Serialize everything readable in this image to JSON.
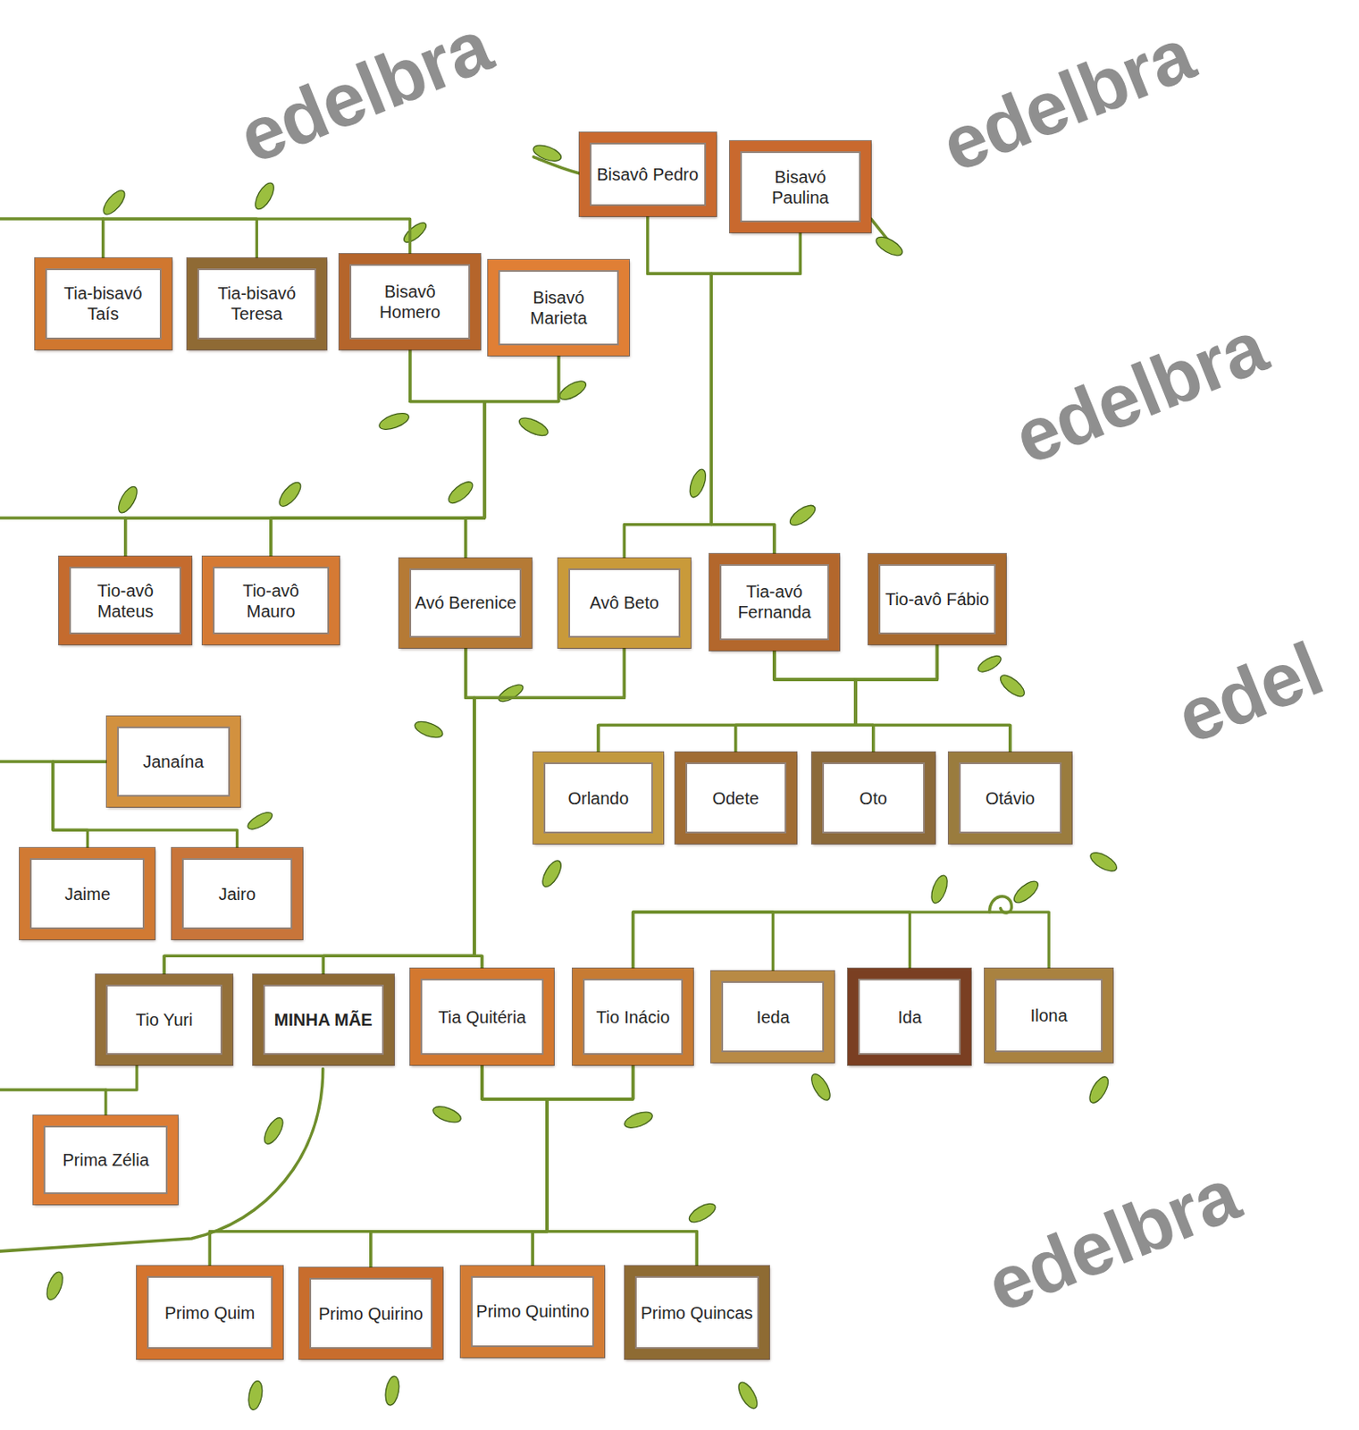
{
  "diagram": {
    "nodes": [
      {
        "text": [
          "Bisavô Pedro"
        ]
      },
      {
        "text": [
          "Bisavó Paulina"
        ]
      },
      {
        "text": [
          "Tia-bisavó Taís"
        ]
      },
      {
        "text": [
          "Tia-bisavó Teresa"
        ]
      },
      {
        "text": [
          "Bisavô Homero"
        ]
      },
      {
        "text": [
          "Bisavó Marieta"
        ]
      },
      {
        "text": [
          "Tio-avô Mateus"
        ]
      },
      {
        "text": [
          "Tio-avô Mauro"
        ]
      },
      {
        "text": [
          "Avó Berenice"
        ]
      },
      {
        "text": [
          "Avô Beto"
        ]
      },
      {
        "text": [
          "Tia-avó Fernanda"
        ]
      },
      {
        "text": [
          "Tio-avô Fábio"
        ]
      },
      {
        "text": [
          "Janaína"
        ]
      },
      {
        "text": [
          "Orlando"
        ]
      },
      {
        "text": [
          "Odete"
        ]
      },
      {
        "text": [
          "Oto"
        ]
      },
      {
        "text": [
          "Otávio"
        ]
      },
      {
        "text": [
          "Jaime"
        ]
      },
      {
        "text": [
          "Jairo"
        ]
      },
      {
        "text": [
          "Tio Yuri"
        ]
      },
      {
        "text": [
          "MINHA MÃE"
        ]
      },
      {
        "text": [
          "Tia Quitéria"
        ]
      },
      {
        "text": [
          "Tio Inácio"
        ]
      },
      {
        "text": [
          "Ieda"
        ]
      },
      {
        "text": [
          "Ida"
        ]
      },
      {
        "text": [
          "Ilona"
        ]
      },
      {
        "text": [
          "Prima Zélia"
        ]
      },
      {
        "text": [
          "Primo Quim"
        ]
      },
      {
        "text": [
          "Primo Quirino"
        ]
      },
      {
        "text": [
          "Primo Quintino"
        ]
      },
      {
        "text": [
          "Primo Quincas"
        ]
      }
    ],
    "edges": [
      {
        "from": 0,
        "to": 9,
        "arrow": "none"
      },
      {
        "from": 0,
        "to": 10,
        "arrow": "none"
      },
      {
        "from": 1,
        "to": 9,
        "arrow": "none"
      },
      {
        "from": 1,
        "to": 10,
        "arrow": "none"
      },
      {
        "from": 2,
        "to": 3,
        "arrow": "none"
      },
      {
        "from": 2,
        "to": 4,
        "arrow": "none"
      },
      {
        "from": 4,
        "to": 6,
        "arrow": "none"
      },
      {
        "from": 4,
        "to": 7,
        "arrow": "none"
      },
      {
        "from": 4,
        "to": 8,
        "arrow": "none"
      },
      {
        "from": 5,
        "to": 6,
        "arrow": "none"
      },
      {
        "from": 5,
        "to": 7,
        "arrow": "none"
      },
      {
        "from": 5,
        "to": 8,
        "arrow": "none"
      },
      {
        "from": 8,
        "to": 19,
        "arrow": "none"
      },
      {
        "from": 8,
        "to": 20,
        "arrow": "none"
      },
      {
        "from": 8,
        "to": 21,
        "arrow": "none"
      },
      {
        "from": 9,
        "to": 19,
        "arrow": "none"
      },
      {
        "from": 9,
        "to": 20,
        "arrow": "none"
      },
      {
        "from": 9,
        "to": 21,
        "arrow": "none"
      },
      {
        "from": 10,
        "to": 13,
        "arrow": "none"
      },
      {
        "from": 10,
        "to": 14,
        "arrow": "none"
      },
      {
        "from": 10,
        "to": 15,
        "arrow": "none"
      },
      {
        "from": 10,
        "to": 16,
        "arrow": "none"
      },
      {
        "from": 11,
        "to": 13,
        "arrow": "none"
      },
      {
        "from": 11,
        "to": 14,
        "arrow": "none"
      },
      {
        "from": 11,
        "to": 15,
        "arrow": "none"
      },
      {
        "from": 11,
        "to": 16,
        "arrow": "none"
      },
      {
        "from": 12,
        "to": 17,
        "arrow": "none"
      },
      {
        "from": 12,
        "to": 18,
        "arrow": "none"
      },
      {
        "from": 19,
        "to": 26,
        "arrow": "none"
      },
      {
        "from": 21,
        "to": 27,
        "arrow": "none"
      },
      {
        "from": 21,
        "to": 28,
        "arrow": "none"
      },
      {
        "from": 21,
        "to": 29,
        "arrow": "none"
      },
      {
        "from": 21,
        "to": 30,
        "arrow": "none"
      },
      {
        "from": 22,
        "to": 27,
        "arrow": "none"
      },
      {
        "from": 22,
        "to": 28,
        "arrow": "none"
      },
      {
        "from": 22,
        "to": 29,
        "arrow": "none"
      },
      {
        "from": 22,
        "to": 30,
        "arrow": "none"
      },
      {
        "from": 22,
        "to": 23,
        "arrow": "none"
      },
      {
        "from": 22,
        "to": 24,
        "arrow": "none"
      },
      {
        "from": 22,
        "to": 25,
        "arrow": "none"
      }
    ],
    "labels": [
      "edelbra",
      "edelbra",
      "edelbra",
      "edel",
      "edelbra"
    ]
  }
}
